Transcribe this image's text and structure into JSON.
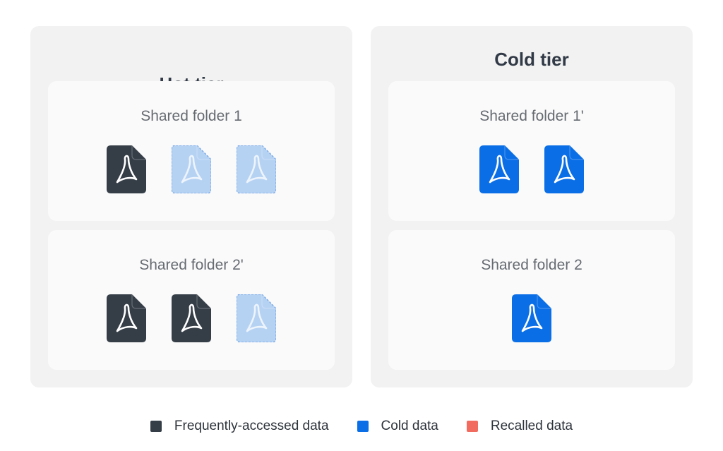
{
  "hot_tier": {
    "title": "Hot tier",
    "folders": [
      {
        "name": "Shared folder 1",
        "files": [
          "frequent",
          "ghost",
          "ghost"
        ]
      },
      {
        "name": "Shared folder 2'",
        "files": [
          "frequent",
          "frequent",
          "ghost"
        ]
      }
    ]
  },
  "cold_tier": {
    "title": "Cold tier",
    "folders": [
      {
        "name": "Shared folder 1'",
        "files": [
          "cold",
          "cold"
        ]
      },
      {
        "name": "Shared folder 2",
        "files": [
          "cold"
        ]
      }
    ]
  },
  "file_icon": "pdf-file-icon",
  "legend": [
    {
      "label": "Frequently-accessed data",
      "color": "#353d47"
    },
    {
      "label": "Cold data",
      "color": "#0a6ee6"
    },
    {
      "label": "Recalled data",
      "color": "#f26b5f"
    }
  ],
  "colors": {
    "frequent": "#353d47",
    "cold": "#0a6ee6",
    "ghost_fill": "#b6d2f3",
    "ghost_stroke": "#6fa2e3"
  }
}
